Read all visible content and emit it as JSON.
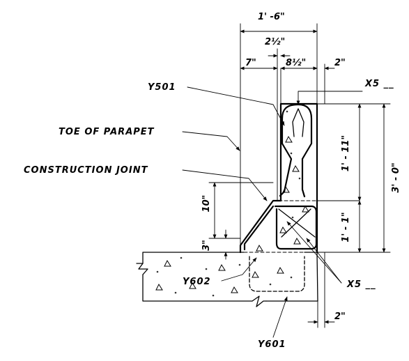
{
  "labels": {
    "y501": "Y501",
    "x5_top": "X5 __",
    "toe_of_parapet": "TOE OF PARAPET",
    "construction_joint": "CONSTRUCTION JOINT",
    "y602": "Y602",
    "x5_bottom": "X5 __",
    "y601": "Y601"
  },
  "dimensions": {
    "overall_width": "1' -6\"",
    "center_offset": "2½\"",
    "left_offset": "7\"",
    "upper_thickness": "8½\"",
    "right_offset_top": "2\"",
    "upper_height": "1' - 11\"",
    "lower_height": "1' - 1\"",
    "total_height": "3' - 0\"",
    "slope_height": "10\"",
    "toe_height": "3\"",
    "right_offset_bottom": "2\""
  },
  "colors": {
    "ink": "#000000",
    "paper": "#ffffff"
  }
}
